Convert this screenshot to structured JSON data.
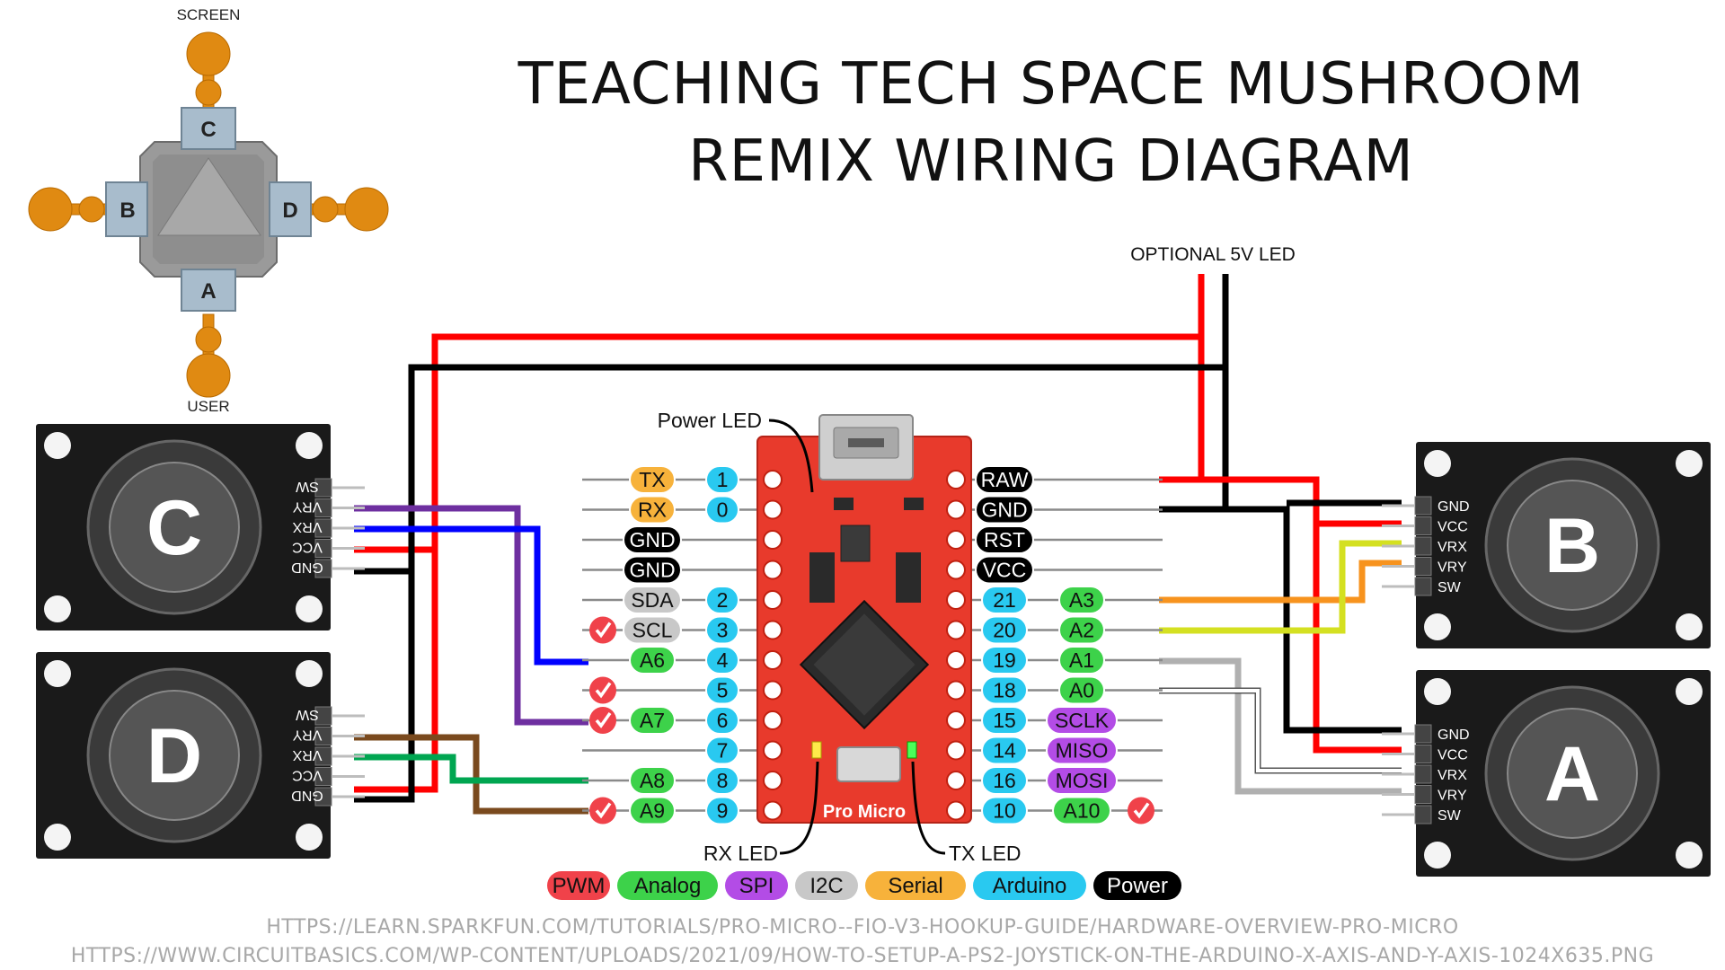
{
  "title": {
    "line1": "TEACHING TECH SPACE MUSHROOM",
    "line2": "REMIX WIRING DIAGRAM"
  },
  "mushroom": {
    "top_label": "SCREEN",
    "bottom_label": "USER",
    "sides": [
      "C",
      "B",
      "D",
      "A"
    ]
  },
  "led_label": "OPTIONAL 5V LED",
  "board": {
    "name": "Pro Micro",
    "annotations": {
      "power_led": "Power LED",
      "rx_led": "RX LED",
      "tx_led": "TX LED"
    },
    "left_pins": [
      {
        "func": "TX",
        "func_type": "serial",
        "num": "1",
        "check": false
      },
      {
        "func": "RX",
        "func_type": "serial",
        "num": "0",
        "check": false
      },
      {
        "func": "GND",
        "func_type": "power",
        "num": "",
        "check": false
      },
      {
        "func": "GND",
        "func_type": "power",
        "num": "",
        "check": false
      },
      {
        "func": "SDA",
        "func_type": "i2c",
        "num": "2",
        "check": false
      },
      {
        "func": "SCL",
        "func_type": "i2c",
        "num": "3",
        "check": true
      },
      {
        "func": "A6",
        "func_type": "analog",
        "num": "4",
        "check": false
      },
      {
        "func": "",
        "func_type": "",
        "num": "5",
        "check": true
      },
      {
        "func": "A7",
        "func_type": "analog",
        "num": "6",
        "check": true
      },
      {
        "func": "",
        "func_type": "",
        "num": "7",
        "check": false
      },
      {
        "func": "A8",
        "func_type": "analog",
        "num": "8",
        "check": false
      },
      {
        "func": "A9",
        "func_type": "analog",
        "num": "9",
        "check": true
      }
    ],
    "right_pins": [
      {
        "num": "RAW",
        "num_type": "power",
        "func": "",
        "func_type": "",
        "check": false
      },
      {
        "num": "GND",
        "num_type": "power",
        "func": "",
        "func_type": "",
        "check": false
      },
      {
        "num": "RST",
        "num_type": "power",
        "func": "",
        "func_type": "",
        "check": false
      },
      {
        "num": "VCC",
        "num_type": "power",
        "func": "",
        "func_type": "",
        "check": false
      },
      {
        "num": "21",
        "num_type": "arduino",
        "func": "A3",
        "func_type": "analog",
        "check": false
      },
      {
        "num": "20",
        "num_type": "arduino",
        "func": "A2",
        "func_type": "analog",
        "check": false
      },
      {
        "num": "19",
        "num_type": "arduino",
        "func": "A1",
        "func_type": "analog",
        "check": false
      },
      {
        "num": "18",
        "num_type": "arduino",
        "func": "A0",
        "func_type": "analog",
        "check": false
      },
      {
        "num": "15",
        "num_type": "arduino",
        "func": "SCLK",
        "func_type": "spi",
        "check": false
      },
      {
        "num": "14",
        "num_type": "arduino",
        "func": "MISO",
        "func_type": "spi",
        "check": false
      },
      {
        "num": "16",
        "num_type": "arduino",
        "func": "MOSI",
        "func_type": "spi",
        "check": false
      },
      {
        "num": "10",
        "num_type": "arduino",
        "func": "A10",
        "func_type": "analog",
        "check": true
      }
    ]
  },
  "joysticks": [
    {
      "id": "C",
      "pins": [
        "SW",
        "VRY",
        "VRX",
        "VCC",
        "GND"
      ]
    },
    {
      "id": "D",
      "pins": [
        "SW",
        "VRY",
        "VRX",
        "VCC",
        "GND"
      ]
    },
    {
      "id": "B",
      "pins": [
        "GND",
        "VCC",
        "VRX",
        "VRY",
        "SW"
      ]
    },
    {
      "id": "A",
      "pins": [
        "GND",
        "VCC",
        "VRX",
        "VRY",
        "SW"
      ]
    }
  ],
  "legend": [
    {
      "label": "PWM",
      "type": "pwm"
    },
    {
      "label": "Analog",
      "type": "analog"
    },
    {
      "label": "SPI",
      "type": "spi"
    },
    {
      "label": "I2C",
      "type": "i2c"
    },
    {
      "label": "Serial",
      "type": "serial"
    },
    {
      "label": "Arduino",
      "type": "arduino"
    },
    {
      "label": "Power",
      "type": "power"
    }
  ],
  "colors": {
    "pwm": "#f0424a",
    "analog": "#3dd24a",
    "spi": "#b34ce6",
    "i2c": "#c8c8c8",
    "serial": "#f7b23b",
    "arduino": "#29c9f0",
    "power": "#000000",
    "board": "#e83a2c",
    "wire_red": "#ff0000",
    "wire_black": "#000000",
    "wire_blue": "#0000ff",
    "wire_purple": "#6e2fa0",
    "wire_green": "#00a651",
    "wire_brown": "#7a4a1e",
    "wire_orange": "#f7931e",
    "wire_yellow": "#d4e021",
    "wire_gray": "#b0b0b0"
  },
  "sources": [
    "HTTPS://LEARN.SPARKFUN.COM/TUTORIALS/PRO-MICRO--FIO-V3-HOOKUP-GUIDE/HARDWARE-OVERVIEW-PRO-MICRO",
    "HTTPS://WWW.CIRCUITBASICS.COM/WP-CONTENT/UPLOADS/2021/09/HOW-TO-SETUP-A-PS2-JOYSTICK-ON-THE-ARDUINO-X-AXIS-AND-Y-AXIS-1024X635.PNG"
  ]
}
